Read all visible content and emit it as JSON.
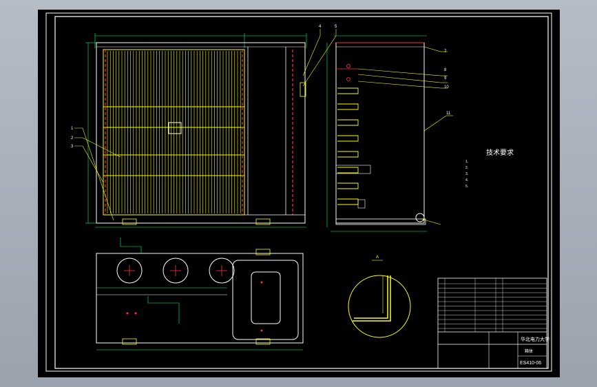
{
  "drawing": {
    "tech_requirements": {
      "title": "技术要求",
      "items": [
        "1.",
        "2.",
        "3.",
        "4.",
        "5."
      ]
    },
    "title_block": {
      "university": "华北电力大学",
      "drawing_name": "箱体",
      "drawing_number": "ES410-06"
    },
    "callouts": [
      "4",
      "5",
      "7",
      "8",
      "9",
      "10",
      "11",
      "1",
      "2",
      "3"
    ],
    "section_label": "A",
    "colors": {
      "outline": "#ffffff",
      "detail": "#ffff00",
      "hatch": "#ff3333",
      "dim": "#00ff66",
      "dim_text": "#ffff00"
    }
  }
}
